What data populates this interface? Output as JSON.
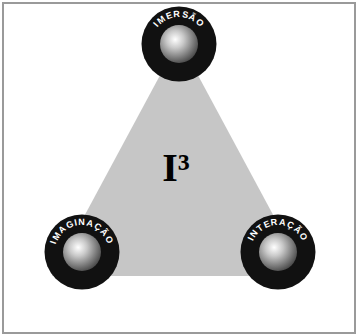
{
  "diagram": {
    "nodes": [
      {
        "text": [
          "IMERSÃO"
        ]
      },
      {
        "text": [
          "IMAGINAÇÃO"
        ]
      },
      {
        "text": [
          "INTERAÇÃO"
        ]
      }
    ],
    "labels": [
      "I³"
    ]
  }
}
